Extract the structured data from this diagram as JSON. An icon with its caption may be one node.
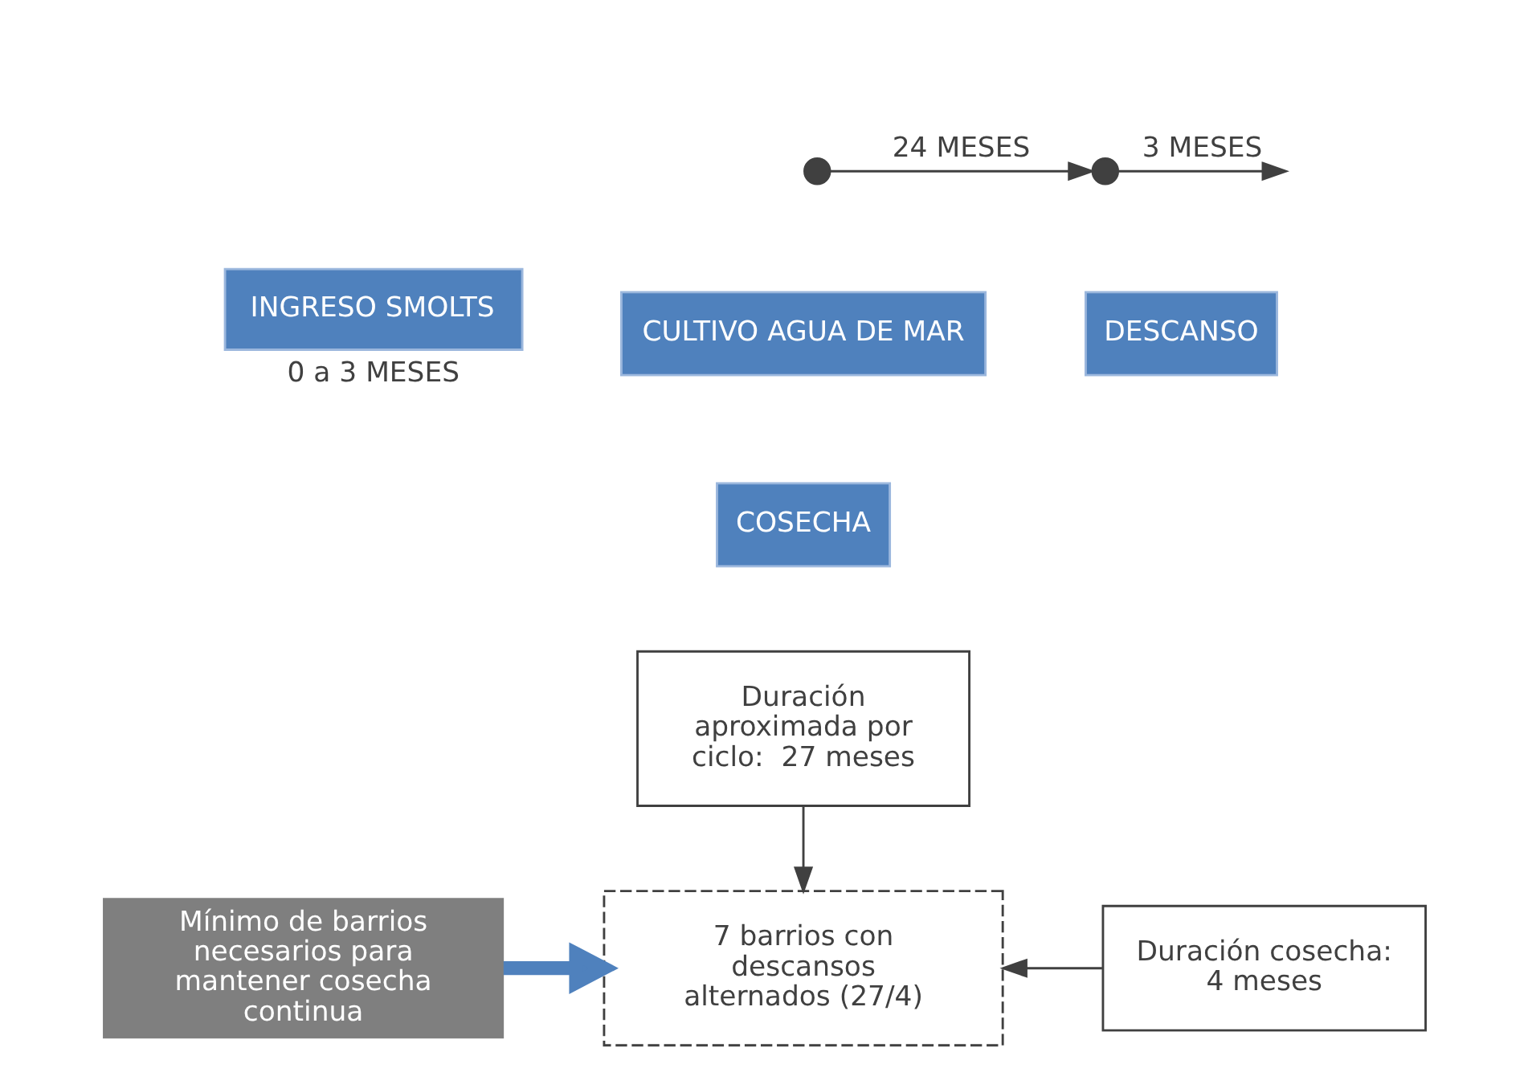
{
  "diagram": {
    "nodes": [
      {
        "text": [],
        "shape": "circle"
      },
      {
        "text": [],
        "shape": "circle"
      },
      {
        "text": [
          "INGRESO SMOLTS"
        ],
        "beside": [
          "0 a 3 MESES"
        ]
      },
      {
        "text": [
          "CULTIVO AGUA DE MAR"
        ]
      },
      {
        "text": [
          "DESCANSO"
        ]
      },
      {
        "text": [
          "COSECHA"
        ]
      },
      {
        "text": [
          "Duración aproximada por ciclo:  27 meses"
        ]
      },
      {
        "text": [
          "Mínimo de barrios necesarios para mantener cosecha continua"
        ]
      },
      {
        "text": [
          "7 barrios con descansos alternados (27/4)"
        ]
      },
      {
        "text": [
          "Duración cosecha:",
          "4 meses"
        ]
      }
    ],
    "edges": [
      {
        "from": 0,
        "to": 1,
        "arrow": "to",
        "label": "24 MESES"
      },
      {
        "from": 1,
        "to": null,
        "arrow": "to",
        "label": "3 MESES"
      },
      {
        "from": 6,
        "to": 8,
        "arrow": "to"
      },
      {
        "from": 7,
        "to": 8,
        "arrow": "to",
        "style": "thick",
        "color": "#4f81bd"
      },
      {
        "from": 9,
        "to": 8,
        "arrow": "to"
      }
    ]
  }
}
